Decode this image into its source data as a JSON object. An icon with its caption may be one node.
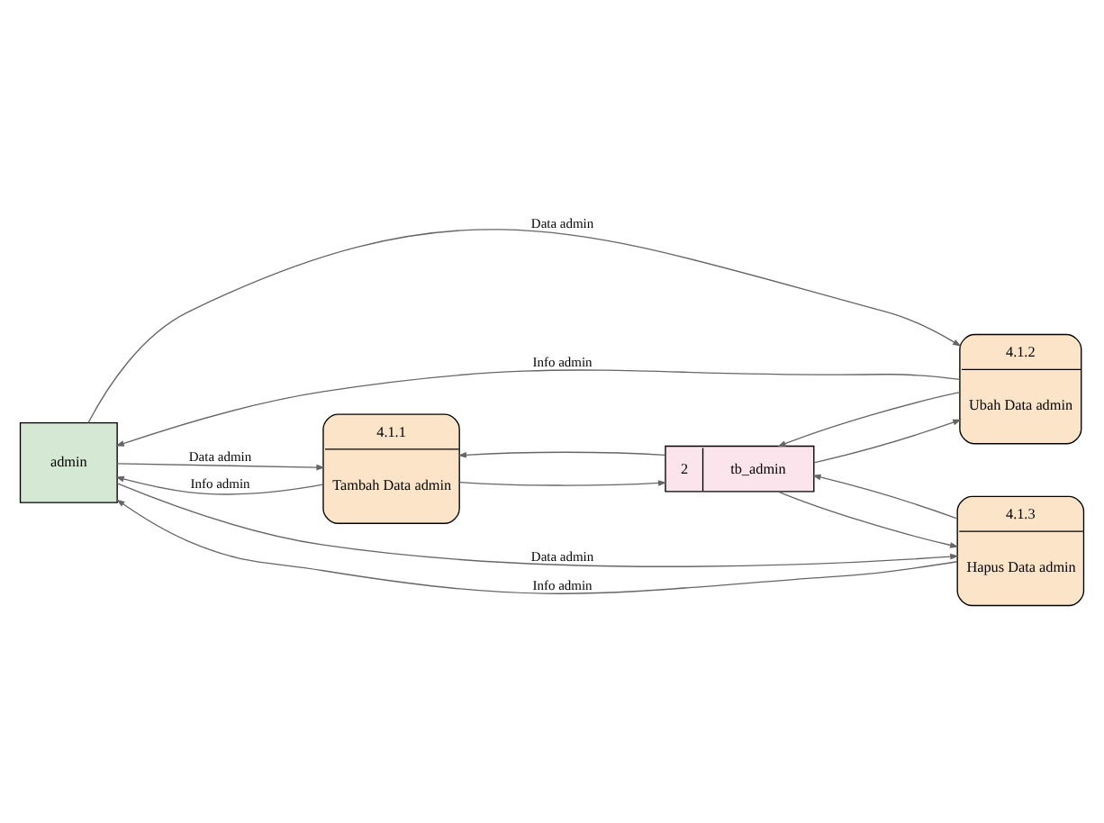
{
  "diagram": {
    "nodes": [
      {
        "text": [
          "admin"
        ]
      },
      {
        "text": [
          "4.1.1",
          "Tambah Data admin"
        ]
      },
      {
        "text": [
          "4.1.2",
          "Ubah Data admin"
        ]
      },
      {
        "text": [
          "4.1.3",
          "Hapus Data admin"
        ]
      },
      {
        "text": [
          "2",
          "tb_admin"
        ]
      }
    ],
    "edges": [
      {
        "from": 0,
        "to": 1,
        "arrow": "to",
        "label": "Data admin"
      },
      {
        "from": 1,
        "to": 0,
        "arrow": "to",
        "label": "Info admin"
      },
      {
        "from": 0,
        "to": 2,
        "arrow": "to",
        "label": "Data admin"
      },
      {
        "from": 2,
        "to": 0,
        "arrow": "to",
        "label": "Info admin"
      },
      {
        "from": 0,
        "to": 3,
        "arrow": "to",
        "label": "Data admin"
      },
      {
        "from": 3,
        "to": 0,
        "arrow": "to",
        "label": "Info admin"
      },
      {
        "from": 1,
        "to": 4,
        "arrow": "to"
      },
      {
        "from": 4,
        "to": 1,
        "arrow": "to"
      },
      {
        "from": 4,
        "to": 2,
        "arrow": "to"
      },
      {
        "from": 2,
        "to": 4,
        "arrow": "to"
      },
      {
        "from": 3,
        "to": 4,
        "arrow": "to"
      },
      {
        "from": 4,
        "to": 3,
        "arrow": "to"
      }
    ]
  }
}
